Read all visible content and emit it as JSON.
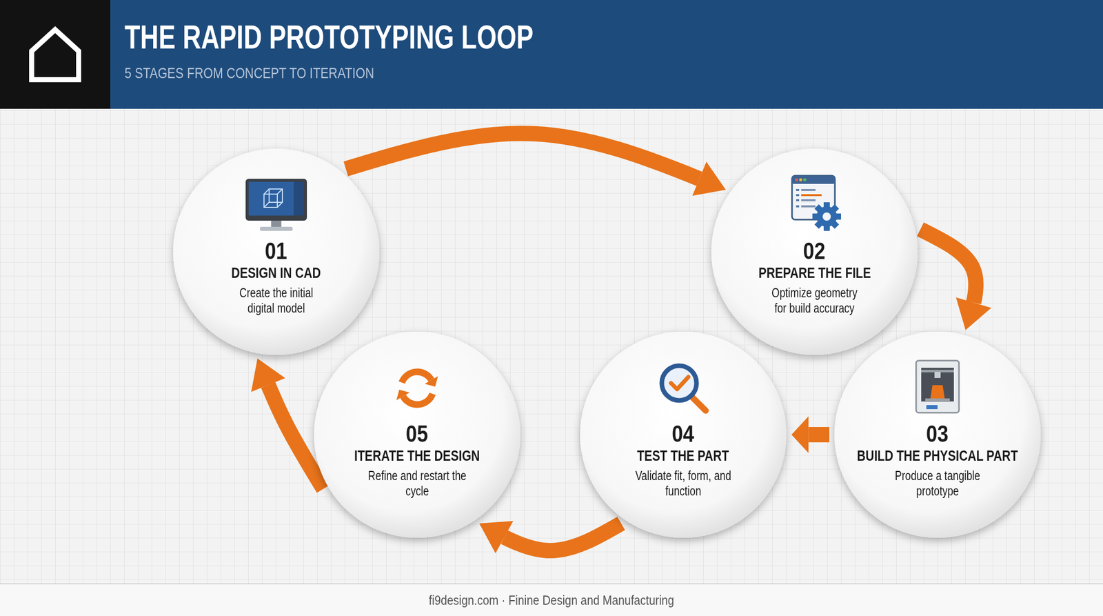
{
  "diagram": {
    "title": "THE RAPID PROTOTYPING LOOP",
    "caption": "fi9design.com · Finine Design and Manufacturing",
    "nodes": [
      {
        "text": [
          "01",
          "DESIGN IN CAD",
          "Create the initial digital model"
        ]
      },
      {
        "text": [
          "02",
          "PREPARE THE FILE",
          "Optimize geometry for build accuracy"
        ]
      },
      {
        "text": [
          "03",
          "BUILD THE PHYSICAL PART",
          "Produce a tangible prototype"
        ]
      },
      {
        "text": [
          "04",
          "TEST THE PART",
          "Validate fit, form, and function"
        ]
      },
      {
        "text": [
          "05",
          "ITERATE THE DESIGN",
          "Refine and restart the cycle"
        ]
      }
    ],
    "edges": [
      {
        "from": 0,
        "to": 1,
        "arrow": "to"
      },
      {
        "from": 1,
        "to": 2,
        "arrow": "to"
      },
      {
        "from": 2,
        "to": 3,
        "arrow": "to"
      },
      {
        "from": 3,
        "to": 4,
        "arrow": "to"
      },
      {
        "from": 4,
        "to": 0,
        "arrow": "to"
      }
    ],
    "labels": [
      "5 STAGES FROM CONCEPT TO ITERATION"
    ]
  }
}
